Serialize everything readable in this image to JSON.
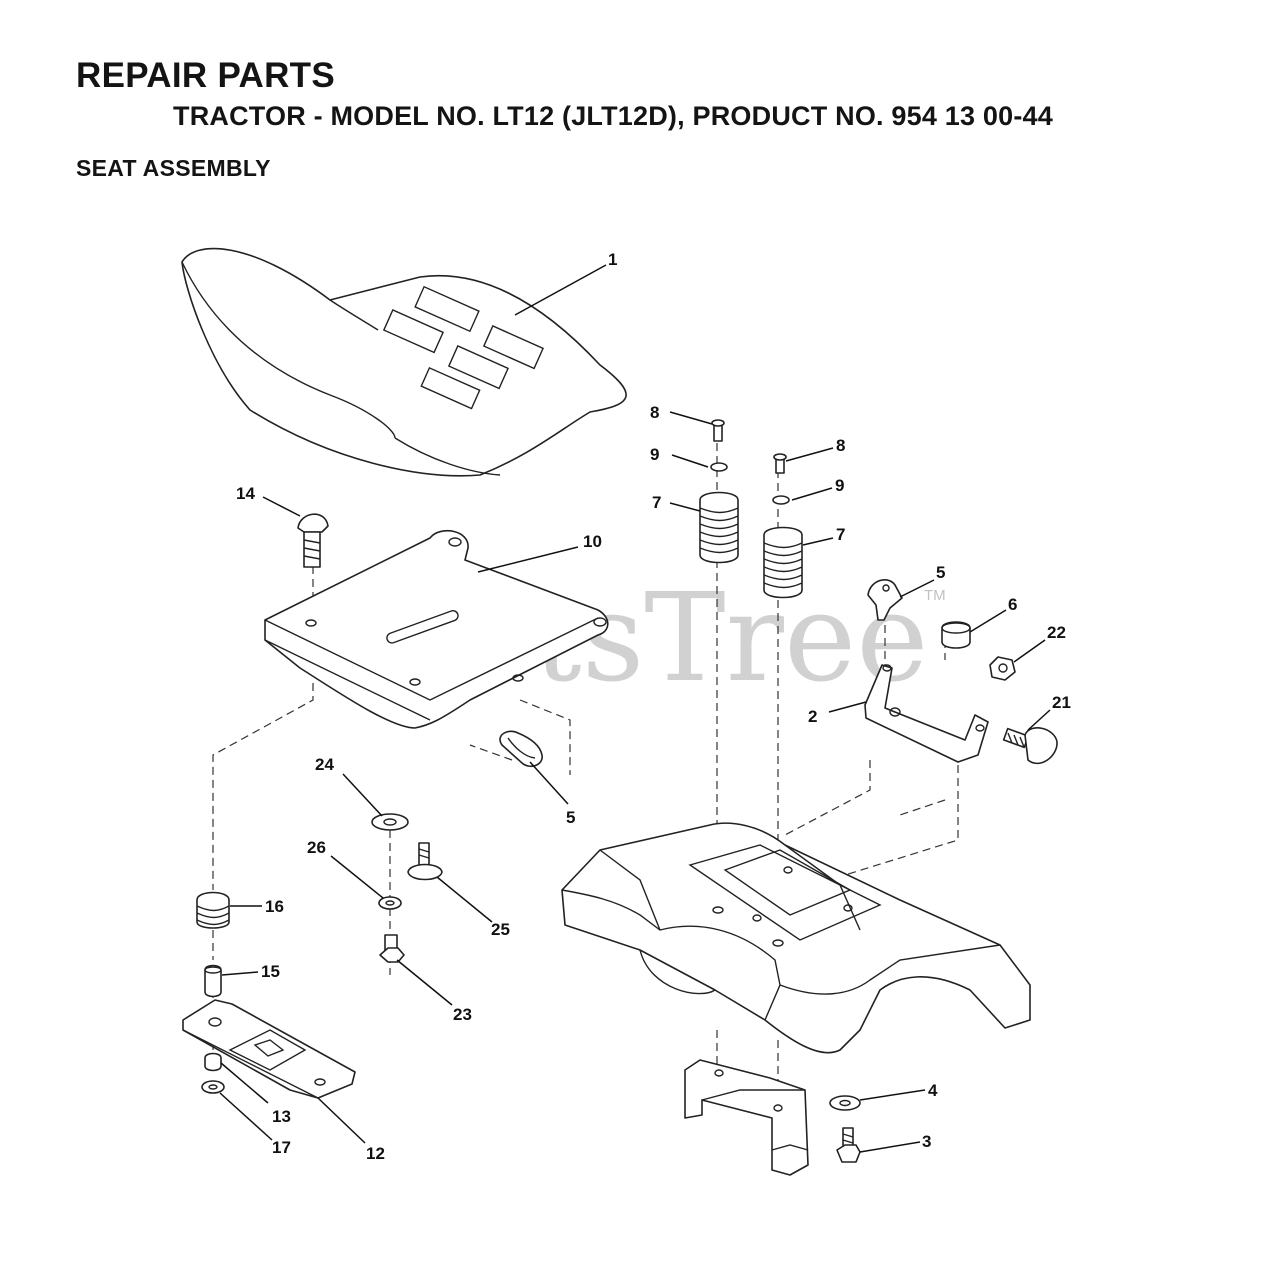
{
  "header": {
    "title": "REPAIR PARTS",
    "subtitle": "TRACTOR - MODEL NO. LT12 (JLT12D), PRODUCT NO. 954 13 00-44",
    "section": "SEAT ASSEMBLY"
  },
  "watermark": {
    "text": "PartsTree",
    "mark": "TM",
    "color": "#b3b3b3"
  },
  "callouts": [
    {
      "id": "c1",
      "label": "1"
    },
    {
      "id": "c8a",
      "label": "8"
    },
    {
      "id": "c9a",
      "label": "9"
    },
    {
      "id": "c7a",
      "label": "7"
    },
    {
      "id": "c8b",
      "label": "8"
    },
    {
      "id": "c9b",
      "label": "9"
    },
    {
      "id": "c7b",
      "label": "7"
    },
    {
      "id": "c14",
      "label": "14"
    },
    {
      "id": "c10",
      "label": "10"
    },
    {
      "id": "c5a",
      "label": "5"
    },
    {
      "id": "c6",
      "label": "6"
    },
    {
      "id": "c22",
      "label": "22"
    },
    {
      "id": "c2",
      "label": "2"
    },
    {
      "id": "c21",
      "label": "21"
    },
    {
      "id": "c5b",
      "label": "5"
    },
    {
      "id": "c24",
      "label": "24"
    },
    {
      "id": "c26",
      "label": "26"
    },
    {
      "id": "c25",
      "label": "25"
    },
    {
      "id": "c16",
      "label": "16"
    },
    {
      "id": "c15",
      "label": "15"
    },
    {
      "id": "c23",
      "label": "23"
    },
    {
      "id": "c13",
      "label": "13"
    },
    {
      "id": "c17",
      "label": "17"
    },
    {
      "id": "c12",
      "label": "12"
    },
    {
      "id": "c4",
      "label": "4"
    },
    {
      "id": "c3",
      "label": "3"
    }
  ]
}
